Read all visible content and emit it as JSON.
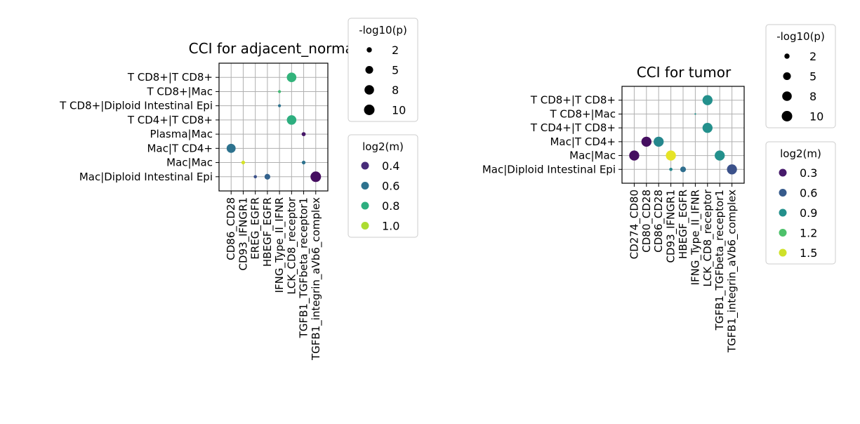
{
  "chart_data": [
    {
      "type": "scatter",
      "title": "CCI for adjacent_normal",
      "x_categories": [
        "CD86_CD28",
        "CD93_IFNGR1",
        "EREG_EGFR",
        "HBEGF_EGFR",
        "IFNG_Type_II_IFNR",
        "LCK_CD8_receptor",
        "TGFB1_TGFbeta_receptor1",
        "TGFB1_integrin_aVb6_complex"
      ],
      "y_categories": [
        "T CD8+|T CD8+",
        "T CD8+|Mac",
        "T CD8+|Diploid Intestinal Epi",
        "T CD4+|T CD8+",
        "Plasma|Mac",
        "Mac|T CD4+",
        "Mac|Mac",
        "Mac|Diploid Intestinal Epi"
      ],
      "grid": true,
      "color_scale": "viridis",
      "color_range": [
        0.3,
        1.1
      ],
      "size_range": [
        0.5,
        10
      ],
      "points": [
        {
          "x": "LCK_CD8_receptor",
          "y": "T CD8+|T CD8+",
          "neglog10p": 8,
          "log2m": 0.82
        },
        {
          "x": "IFNG_Type_II_IFNR",
          "y": "T CD8+|Mac",
          "neglog10p": 0.7,
          "log2m": 0.85
        },
        {
          "x": "IFNG_Type_II_IFNR",
          "y": "T CD8+|Diploid Intestinal Epi",
          "neglog10p": 0.7,
          "log2m": 0.6
        },
        {
          "x": "LCK_CD8_receptor",
          "y": "T CD4+|T CD8+",
          "neglog10p": 8,
          "log2m": 0.8
        },
        {
          "x": "TGFB1_TGFbeta_receptor1",
          "y": "Plasma|Mac",
          "neglog10p": 1.2,
          "log2m": 0.35
        },
        {
          "x": "CD86_CD28",
          "y": "Mac|T CD4+",
          "neglog10p": 7,
          "log2m": 0.6
        },
        {
          "x": "CD93_IFNGR1",
          "y": "Mac|Mac",
          "neglog10p": 1,
          "log2m": 1.05
        },
        {
          "x": "TGFB1_TGFbeta_receptor1",
          "y": "Mac|Mac",
          "neglog10p": 1,
          "log2m": 0.6
        },
        {
          "x": "EREG_EGFR",
          "y": "Mac|Diploid Intestinal Epi",
          "neglog10p": 0.8,
          "log2m": 0.5
        },
        {
          "x": "HBEGF_EGFR",
          "y": "Mac|Diploid Intestinal Epi",
          "neglog10p": 2.5,
          "log2m": 0.55
        },
        {
          "x": "TGFB1_integrin_aVb6_complex",
          "y": "Mac|Diploid Intestinal Epi",
          "neglog10p": 10,
          "log2m": 0.33
        }
      ],
      "legend_size": {
        "title": "-log10(p)",
        "entries": [
          {
            "label": "2",
            "value": 2
          },
          {
            "label": "5",
            "value": 5
          },
          {
            "label": "8",
            "value": 8
          },
          {
            "label": "10",
            "value": 10
          }
        ]
      },
      "legend_color": {
        "title": "log2(m)",
        "entries": [
          {
            "label": "0.4",
            "value": 0.4
          },
          {
            "label": "0.6",
            "value": 0.6
          },
          {
            "label": "0.8",
            "value": 0.8
          },
          {
            "label": "1.0",
            "value": 1.0
          }
        ]
      }
    },
    {
      "type": "scatter",
      "title": "CCI for tumor",
      "x_categories": [
        "CD274_CD80",
        "CD80_CD28",
        "CD86_CD28",
        "CD93_IFNGR1",
        "HBEGF_EGFR",
        "IFNG_Type_II_IFNR",
        "LCK_CD8_receptor",
        "TGFB1_TGFbeta_receptor1",
        "TGFB1_integrin_aVb6_complex"
      ],
      "y_categories": [
        "T CD8+|T CD8+",
        "T CD8+|Mac",
        "T CD4+|T CD8+",
        "Mac|T CD4+",
        "Mac|Mac",
        "Mac|Diploid Intestinal Epi"
      ],
      "grid": true,
      "color_scale": "viridis",
      "color_range": [
        0.2,
        1.6
      ],
      "size_range": [
        0.5,
        10
      ],
      "points": [
        {
          "x": "LCK_CD8_receptor",
          "y": "T CD8+|T CD8+",
          "neglog10p": 9,
          "log2m": 0.9
        },
        {
          "x": "IFNG_Type_II_IFNR",
          "y": "T CD8+|Mac",
          "neglog10p": 0.5,
          "log2m": 0.9
        },
        {
          "x": "LCK_CD8_receptor",
          "y": "T CD4+|T CD8+",
          "neglog10p": 9,
          "log2m": 0.9
        },
        {
          "x": "CD80_CD28",
          "y": "Mac|T CD4+",
          "neglog10p": 9,
          "log2m": 0.25
        },
        {
          "x": "CD86_CD28",
          "y": "Mac|T CD4+",
          "neglog10p": 9,
          "log2m": 0.85
        },
        {
          "x": "CD274_CD80",
          "y": "Mac|Mac",
          "neglog10p": 9,
          "log2m": 0.25
        },
        {
          "x": "CD93_IFNGR1",
          "y": "Mac|Mac",
          "neglog10p": 9,
          "log2m": 1.55
        },
        {
          "x": "TGFB1_TGFbeta_receptor1",
          "y": "Mac|Mac",
          "neglog10p": 9,
          "log2m": 0.9
        },
        {
          "x": "CD93_IFNGR1",
          "y": "Mac|Diploid Intestinal Epi",
          "neglog10p": 0.8,
          "log2m": 0.85
        },
        {
          "x": "HBEGF_EGFR",
          "y": "Mac|Diploid Intestinal Epi",
          "neglog10p": 2.5,
          "log2m": 0.7
        },
        {
          "x": "TGFB1_integrin_aVb6_complex",
          "y": "Mac|Diploid Intestinal Epi",
          "neglog10p": 9,
          "log2m": 0.55
        }
      ],
      "legend_size": {
        "title": "-log10(p)",
        "entries": [
          {
            "label": "2",
            "value": 2
          },
          {
            "label": "5",
            "value": 5
          },
          {
            "label": "8",
            "value": 8
          },
          {
            "label": "10",
            "value": 10
          }
        ]
      },
      "legend_color": {
        "title": "log2(m)",
        "entries": [
          {
            "label": "0.3",
            "value": 0.3
          },
          {
            "label": "0.6",
            "value": 0.6
          },
          {
            "label": "0.9",
            "value": 0.9
          },
          {
            "label": "1.2",
            "value": 1.2
          },
          {
            "label": "1.5",
            "value": 1.5
          }
        ]
      }
    }
  ]
}
